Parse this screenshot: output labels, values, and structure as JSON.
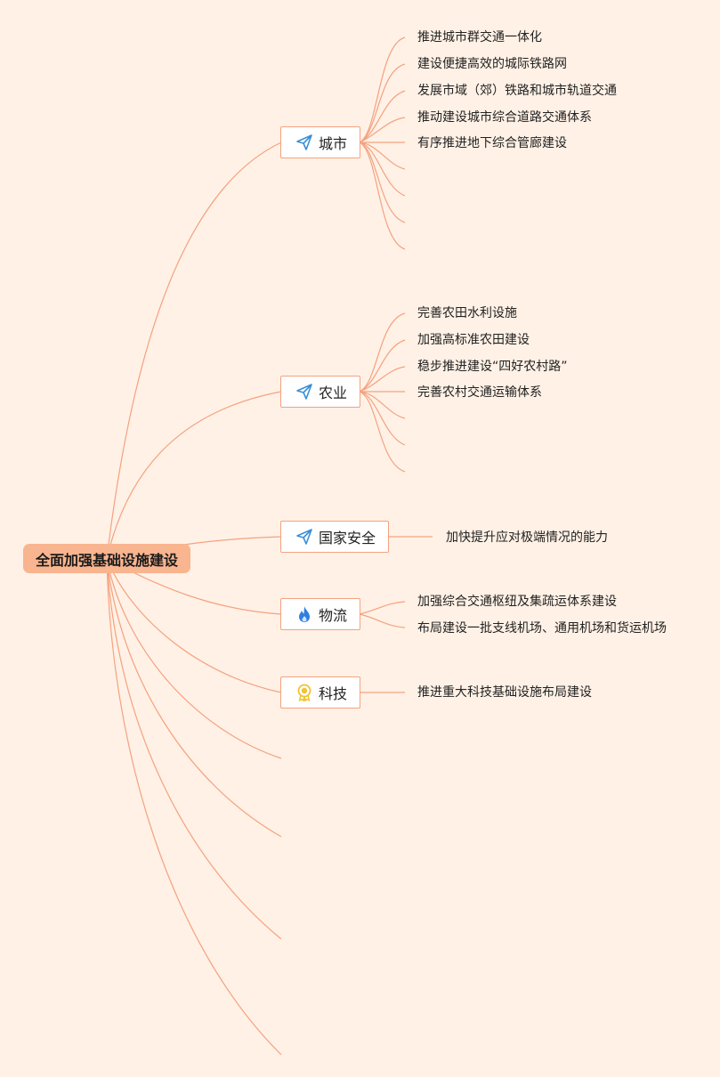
{
  "root": {
    "label": "全面加强基础设施建设"
  },
  "branches": [
    {
      "label": "城市",
      "icon": "paper-plane-icon",
      "items": [
        "推进城市群交通一体化",
        "建设便捷高效的城际铁路网",
        "发展市域（郊）铁路和城市轨道交通",
        "推动建设城市综合道路交通体系",
        "有序推进地下综合管廊建设"
      ]
    },
    {
      "label": "农业",
      "icon": "paper-plane-icon",
      "items": [
        "完善农田水利设施",
        "加强高标准农田建设",
        "稳步推进建设“四好农村路”",
        "完善农村交通运输体系"
      ]
    },
    {
      "label": "国家安全",
      "icon": "paper-plane-icon",
      "items": [
        "加快提升应对极端情况的能力"
      ]
    },
    {
      "label": "物流",
      "icon": "flame-icon",
      "items": [
        "加强综合交通枢纽及集疏运体系建设",
        "布局建设一批支线机场、通用机场和货运机场"
      ]
    },
    {
      "label": "科技",
      "icon": "award-medal-icon",
      "items": [
        "推进重大科技基础设施布局建设"
      ]
    }
  ],
  "colors": {
    "background": "#fff1e6",
    "line": "#f4a27f",
    "root_fill": "#f8b58f",
    "plane_icon": "#3a8fd6",
    "flame_icon": "#2f7fe0",
    "medal_icon": "#f2c230"
  }
}
